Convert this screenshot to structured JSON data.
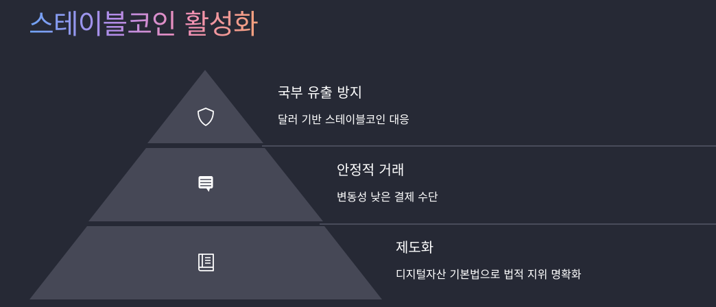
{
  "title": "스테이블코인 활성화",
  "tiers": [
    {
      "title": "국부 유출 방지",
      "description": "달러 기반 스테이블코인 대응",
      "icon": "shield-icon"
    },
    {
      "title": "안정적 거래",
      "description": "변동성 낮은 결제 수단",
      "icon": "message-list-icon"
    },
    {
      "title": "제도화",
      "description": "디지털자산 기본법으로 법적 지위 명확화",
      "icon": "book-icon"
    }
  ],
  "colors": {
    "background": "#262935",
    "tier_fill": "#464856",
    "divider": "#555868",
    "icon": "#ffffff",
    "text": "#ffffff"
  }
}
